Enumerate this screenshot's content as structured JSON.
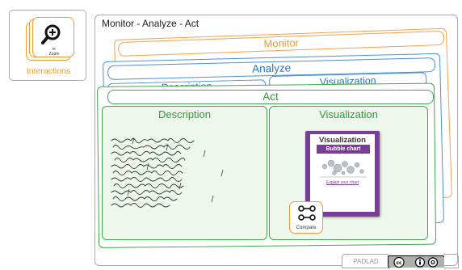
{
  "sidebar": {
    "interactions_tile": {
      "zoom_label": "ie\nZoom",
      "label": "Interactions"
    }
  },
  "main": {
    "title": "Monitor - Analyze - Act",
    "panels": {
      "monitor": {
        "title": "Monitor"
      },
      "analyze": {
        "title": "Analyze",
        "description": "Description",
        "visualization": "Visualization"
      },
      "act": {
        "title": "Act",
        "description": "Description",
        "visualization": "Visualization"
      }
    },
    "book": {
      "title": "Visualization",
      "subtitle": "Bubble chart",
      "footer": "Explain your chart"
    },
    "compare_tile": {
      "label": "Compare"
    }
  },
  "footer": {
    "brand": "PADLAD",
    "license_icon": "cc-by-icon"
  },
  "colors": {
    "monitor": "#f5a04a",
    "analyze": "#4a8fd6",
    "act": "#3fa84a",
    "book": "#7a3d97",
    "interaction_accent": "#f29a2e"
  }
}
